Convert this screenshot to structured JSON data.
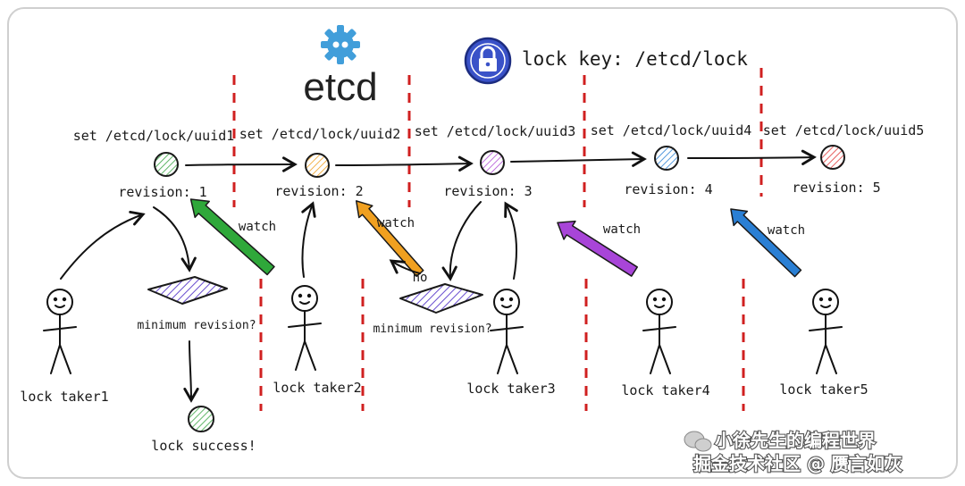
{
  "header": {
    "lock_key_label": "lock key: /etcd/lock",
    "logo_text": "etcd"
  },
  "nodes": [
    {
      "set_label": "set /etcd/lock/uuid1",
      "revision_label": "revision: 1",
      "color": "#3aa544"
    },
    {
      "set_label": "set /etcd/lock/uuid2",
      "revision_label": "revision: 2",
      "color": "#f0a020"
    },
    {
      "set_label": "set /etcd/lock/uuid3",
      "revision_label": "revision: 3",
      "color": "#b04bd4"
    },
    {
      "set_label": "set /etcd/lock/uuid4",
      "revision_label": "revision: 4",
      "color": "#2a7fd4"
    },
    {
      "set_label": "set /etcd/lock/uuid5",
      "revision_label": "revision: 5",
      "color": "#e03a3a"
    }
  ],
  "takers": [
    {
      "label": "lock taker1"
    },
    {
      "label": "lock taker2"
    },
    {
      "label": "lock taker3"
    },
    {
      "label": "lock taker4"
    },
    {
      "label": "lock taker5"
    }
  ],
  "watch_label": "watch",
  "decision_label": "minimum revision?",
  "no_label": "no",
  "success_label": "lock success!",
  "watermark": {
    "line1": "小徐先生的编程世界",
    "line2": "掘金技术社区 @ 赝言如灰"
  },
  "colors": {
    "frame": "#cfcfcf",
    "divider": "#d02020",
    "watch_green": "#2fa83a",
    "watch_orange": "#f0a020",
    "watch_purple": "#a845d8",
    "watch_blue": "#2a7fd4",
    "diamond": "#6a4fd0",
    "lock_icon": "#3a52c8"
  }
}
